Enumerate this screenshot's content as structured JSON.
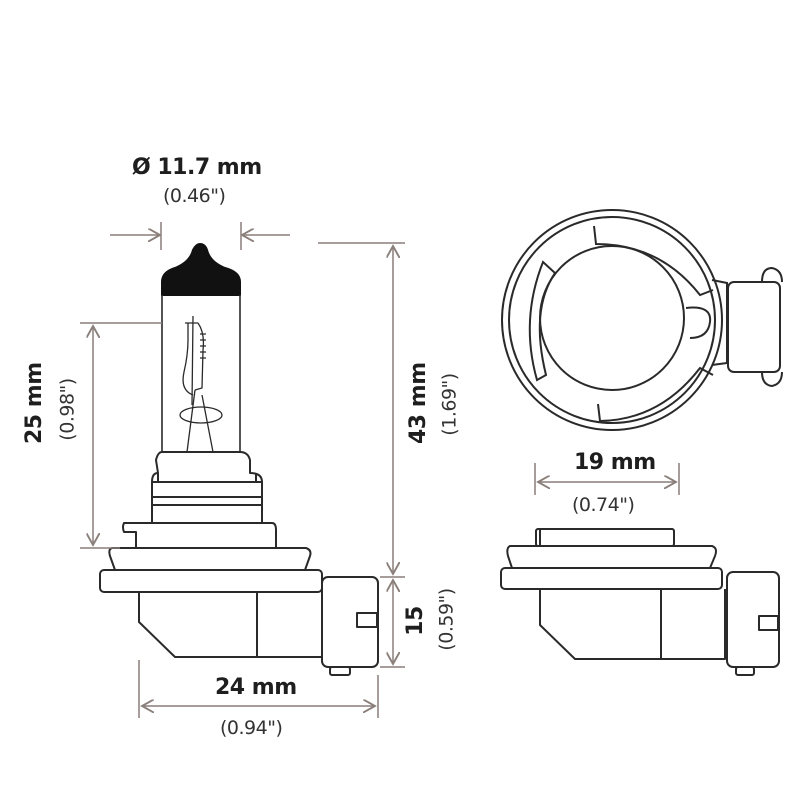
{
  "diagram": {
    "subject": "H11 halogen bulb dimensional drawing",
    "views": [
      "side-view",
      "top-view",
      "base-side-view"
    ],
    "colors": {
      "outline": "#2a2a2a",
      "dimension_line": "#8a7f7a",
      "text": "#1e1e1e",
      "background": "#ffffff"
    },
    "dimensions": {
      "diameter": {
        "metric": "Ø 11.7 mm",
        "imperial": "(0.46\")"
      },
      "glass_height": {
        "metric": "25 mm",
        "imperial": "(0.98\")"
      },
      "overall_height": {
        "metric": "43 mm",
        "imperial": "(1.69\")"
      },
      "base_height": {
        "metric": "15",
        "imperial": "(0.59\")"
      },
      "base_width": {
        "metric": "24 mm",
        "imperial": "(0.94\")"
      },
      "flange_width": {
        "metric": "19 mm",
        "imperial": "(0.74\")"
      }
    }
  }
}
